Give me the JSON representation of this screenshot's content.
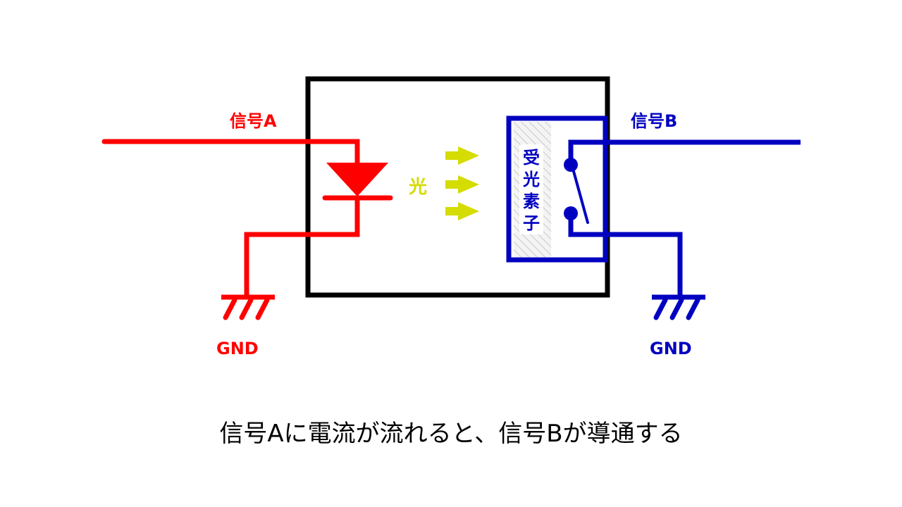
{
  "diagram": {
    "title": "Photocoupler operation",
    "colors": {
      "input_side": "#ff0000",
      "output_side": "#0000c0",
      "light": "#d4dc00",
      "package": "#000000",
      "receiver_fill": "#dddddd"
    },
    "labels": {
      "signal_a": "信号A",
      "signal_b": "信号B",
      "light": "光",
      "receiver": "受光素子",
      "gnd_left": "GND",
      "gnd_right": "GND"
    },
    "components": [
      {
        "id": "led",
        "type": "light-emitting-diode",
        "side": "input"
      },
      {
        "id": "light-arrows",
        "type": "arrow",
        "count": 3
      },
      {
        "id": "photo-receiver",
        "type": "light-receiving-element",
        "side": "output"
      },
      {
        "id": "switch",
        "type": "switch",
        "state": "open"
      },
      {
        "id": "ground-a",
        "type": "ground"
      },
      {
        "id": "ground-b",
        "type": "ground"
      }
    ],
    "caption": "信号Aに電流が流れると、信号Bが導通する"
  }
}
